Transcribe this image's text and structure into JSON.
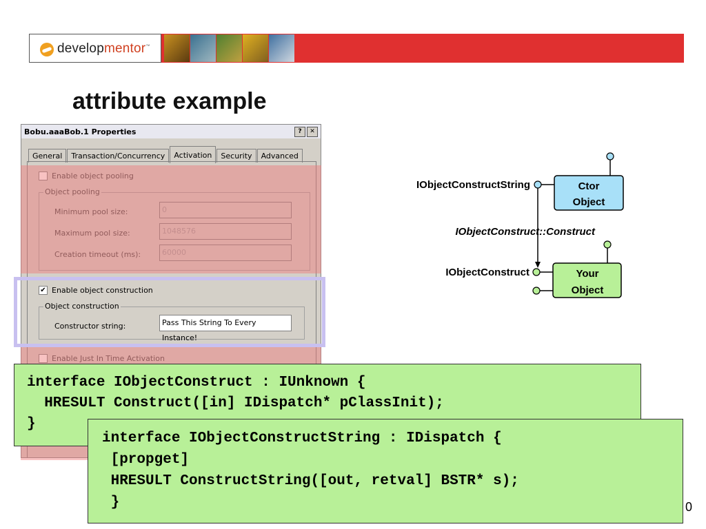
{
  "header": {
    "logo_part1": "develop",
    "logo_part2": "mentor",
    "logo_tm": "™"
  },
  "slide": {
    "title": "attribute example",
    "page_number": "0"
  },
  "dialog": {
    "title": "Bobu.aaaBob.1 Properties",
    "help_button": "?",
    "close_button": "✕",
    "tabs": [
      "General",
      "Transaction/Concurrency",
      "Activation",
      "Security",
      "Advanced"
    ],
    "active_tab": "Activation",
    "enable_pooling_label": "Enable object pooling",
    "pooling_group_label": "Object pooling",
    "min_pool_label": "Minimum pool size:",
    "min_pool_value": "0",
    "max_pool_label": "Maximum pool size:",
    "max_pool_value": "1048576",
    "timeout_label": "Creation timeout (ms):",
    "timeout_value": "60000",
    "enable_construction_label": "Enable object construction",
    "enable_construction_checked": true,
    "construction_group_label": "Object construction",
    "ctor_string_label": "Constructor string:",
    "ctor_string_value": "Pass This String To Every Instance!",
    "enable_jit_label": "Enable Just In Time Activation"
  },
  "diagram": {
    "iface_construct_string": "IObjectConstructString",
    "ctor_object_line1": "Ctor",
    "ctor_object_line2": "Object",
    "construct_call": "IObjectConstruct::Construct",
    "iface_construct": "IObjectConstruct",
    "your_object_line1": "Your",
    "your_object_line2": "Object",
    "box_fill": "#b8f098",
    "ctor_fill": "#a8e0f8"
  },
  "code1": {
    "lines": [
      "interface IObjectConstruct : IUnknown {",
      "  HRESULT Construct([in] IDispatch* pClassInit);",
      "}"
    ]
  },
  "code2": {
    "lines": [
      "interface IObjectConstructString : IDispatch {",
      " [propget]",
      " HRESULT ConstructString([out, retval] BSTR* s);",
      " }"
    ]
  }
}
